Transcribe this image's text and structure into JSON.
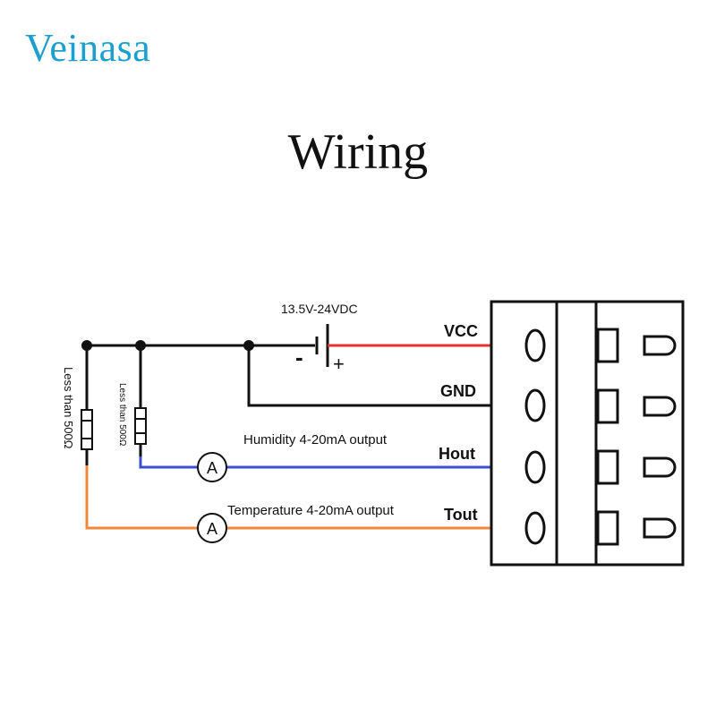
{
  "brand": "Veinasa",
  "title": "Wiring",
  "supply": {
    "voltage": "13.5V-24VDC",
    "minus": "-",
    "plus": "+"
  },
  "terminals": [
    "VCC",
    "GND",
    "Hout",
    "Tout"
  ],
  "outputs": {
    "humidity": "Humidity 4-20mA output",
    "temperature": "Temperature  4-20mA output"
  },
  "ammeter_symbol": "A",
  "resistors": {
    "left": "Less than 500Ω",
    "inner": "Less than 500Ω"
  },
  "colors": {
    "brand": "#1a9fcf",
    "vcc_wire": "#e8312c",
    "gnd_wire": "#111111",
    "hout_wire": "#3c4fd0",
    "tout_wire": "#f0883c"
  }
}
